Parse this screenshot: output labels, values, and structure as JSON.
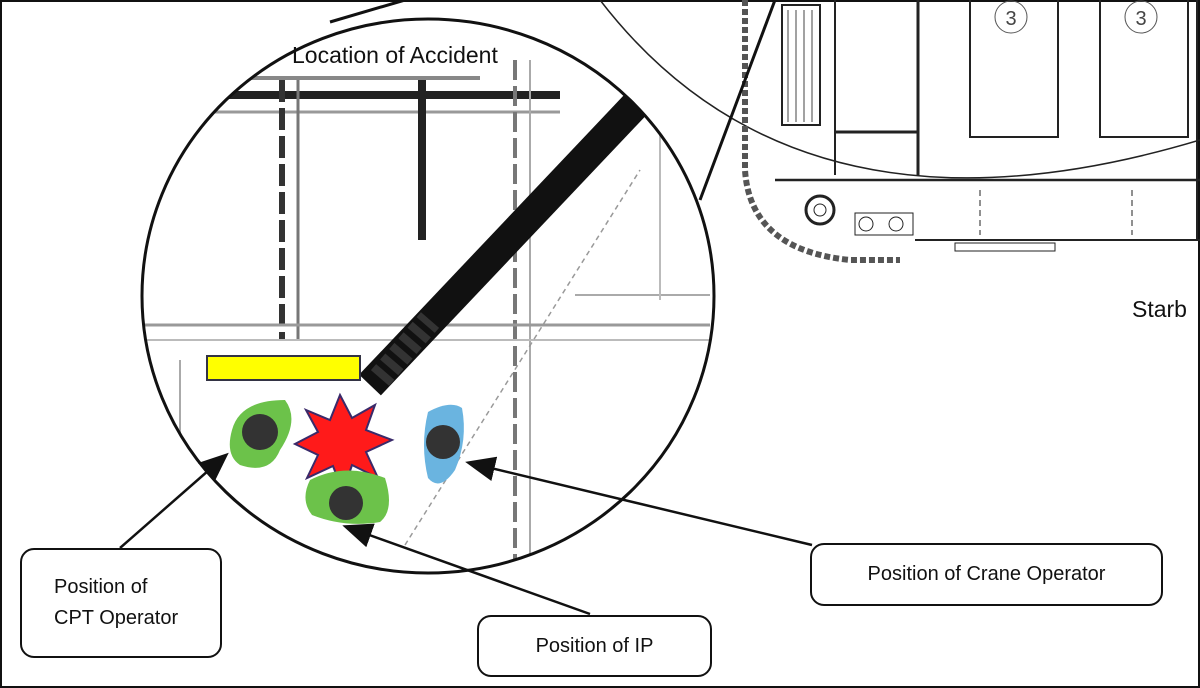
{
  "title": "Location of Accident",
  "side_label": "Starb",
  "deck_markers": [
    "3",
    "3"
  ],
  "callouts": {
    "cpt_operator": "Position of\nCPT Operator",
    "ip": "Position of IP",
    "crane_operator": "Position of Crane Operator"
  },
  "colors": {
    "load": "#ffff00",
    "impact": "#ff1a1a",
    "cpt_operator": "#6cc24a",
    "ip": "#6cc24a",
    "crane_operator": "#6ab4e0",
    "head": "#333333"
  }
}
